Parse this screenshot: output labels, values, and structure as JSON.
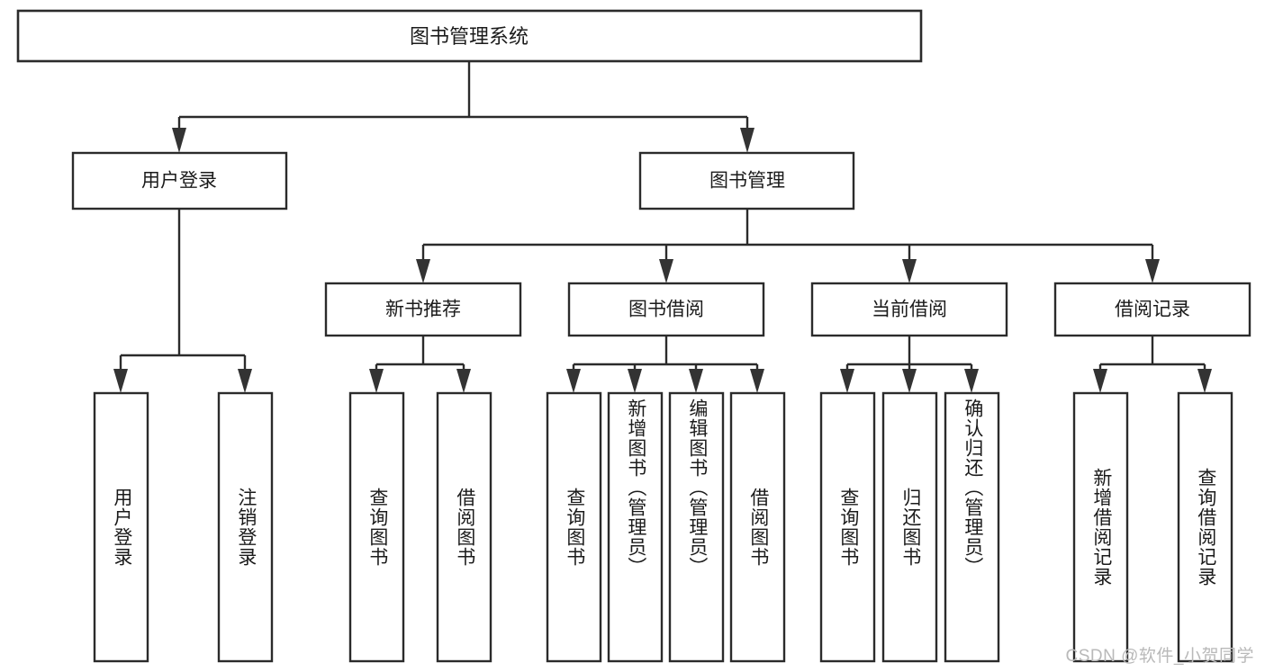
{
  "diagram": {
    "title": "图书管理系统",
    "type": "tree",
    "watermark": "CSDN @软件_小贺同学",
    "colors": {
      "stroke": "#2b2b2b",
      "fill": "#ffffff",
      "text": "#1b1b1b",
      "watermark": "#b9b9b9",
      "background": "#ffffff"
    },
    "root": {
      "label": "图书管理系统"
    },
    "level2": [
      {
        "label": "用户登录"
      },
      {
        "label": "图书管理"
      }
    ],
    "level3": [
      {
        "label": "新书推荐"
      },
      {
        "label": "图书借阅"
      },
      {
        "label": "当前借阅"
      },
      {
        "label": "借阅记录"
      }
    ],
    "leaves": {
      "user_login": [
        {
          "label": "用户登录"
        },
        {
          "label": "注销登录"
        }
      ],
      "new_book_recommend": [
        {
          "label": "查询图书"
        },
        {
          "label": "借阅图书"
        }
      ],
      "book_borrow": [
        {
          "label": "查询图书"
        },
        {
          "label": "新增图书（管理员）"
        },
        {
          "label": "编辑图书（管理员）"
        },
        {
          "label": "借阅图书"
        }
      ],
      "current_borrow": [
        {
          "label": "查询图书"
        },
        {
          "label": "归还图书"
        },
        {
          "label": "确认归还（管理员）"
        }
      ],
      "borrow_record": [
        {
          "label": "新增借阅记录"
        },
        {
          "label": "查询借阅记录"
        }
      ]
    }
  }
}
